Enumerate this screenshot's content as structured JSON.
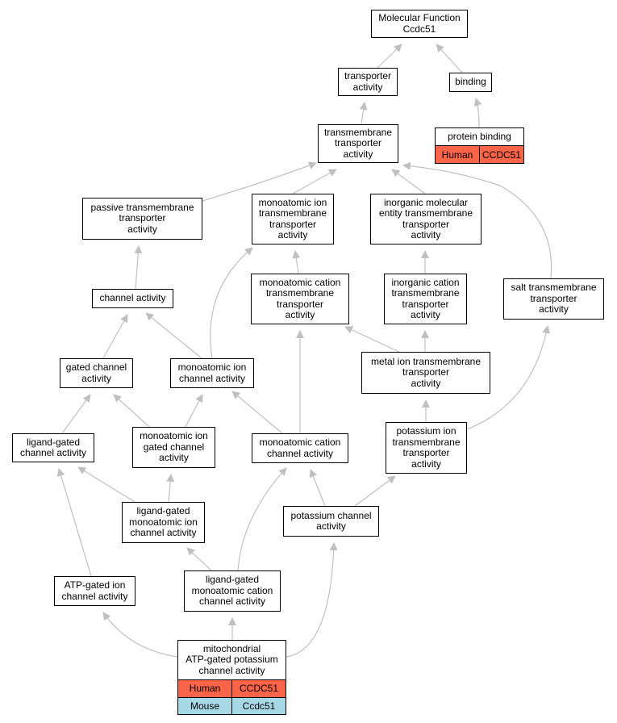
{
  "diagram": {
    "colors": {
      "edge": "#c0c0c0",
      "node_border": "#000000",
      "human": "#fa6449",
      "mouse": "#a7d8e6"
    },
    "nodes": [
      {
        "id": "mf",
        "label": "Molecular Function\nCcdc51"
      },
      {
        "id": "transporter",
        "label": "transporter\nactivity"
      },
      {
        "id": "binding",
        "label": "binding"
      },
      {
        "id": "protein_binding",
        "label": "protein binding",
        "annotations": [
          [
            "Human",
            "CCDC51"
          ]
        ]
      },
      {
        "id": "tm_transporter",
        "label": "transmembrane\ntransporter\nactivity"
      },
      {
        "id": "passive_tm",
        "label": "passive transmembrane\ntransporter\nactivity"
      },
      {
        "id": "mono_ion_tm",
        "label": "monoatomic ion\ntransmembrane\ntransporter\nactivity"
      },
      {
        "id": "inorg_mol_tm",
        "label": "inorganic molecular\nentity transmembrane\ntransporter\nactivity"
      },
      {
        "id": "channel",
        "label": "channel activity"
      },
      {
        "id": "mono_cation_tm",
        "label": "monoatomic cation\ntransmembrane\ntransporter\nactivity"
      },
      {
        "id": "inorg_cation_tm",
        "label": "inorganic cation\ntransmembrane\ntransporter\nactivity"
      },
      {
        "id": "salt_tm",
        "label": "salt transmembrane\ntransporter\nactivity"
      },
      {
        "id": "gated_channel",
        "label": "gated channel\nactivity"
      },
      {
        "id": "mono_ion_channel",
        "label": "monoatomic ion\nchannel activity"
      },
      {
        "id": "metal_ion_tm",
        "label": "metal ion transmembrane\ntransporter\nactivity"
      },
      {
        "id": "ligand_gated",
        "label": "ligand-gated\nchannel activity"
      },
      {
        "id": "mono_ion_gated",
        "label": "monoatomic ion\ngated channel\nactivity"
      },
      {
        "id": "mono_cation_channel",
        "label": "monoatomic cation\nchannel activity"
      },
      {
        "id": "potassium_ion_tm",
        "label": "potassium ion\ntransmembrane\ntransporter\nactivity"
      },
      {
        "id": "ligand_gated_mono_ion",
        "label": "ligand-gated\nmonoatomic ion\nchannel activity"
      },
      {
        "id": "potassium_channel",
        "label": "potassium channel\nactivity"
      },
      {
        "id": "atp_gated",
        "label": "ATP-gated ion\nchannel activity"
      },
      {
        "id": "ligand_gated_mono_cation",
        "label": "ligand-gated\nmonoatomic cation\nchannel activity"
      },
      {
        "id": "mito_atp_k",
        "label": "mitochondrial\nATP-gated potassium\nchannel activity",
        "annotations": [
          [
            "Human",
            "CCDC51"
          ],
          [
            "Mouse",
            "Ccdc51"
          ]
        ]
      }
    ]
  }
}
